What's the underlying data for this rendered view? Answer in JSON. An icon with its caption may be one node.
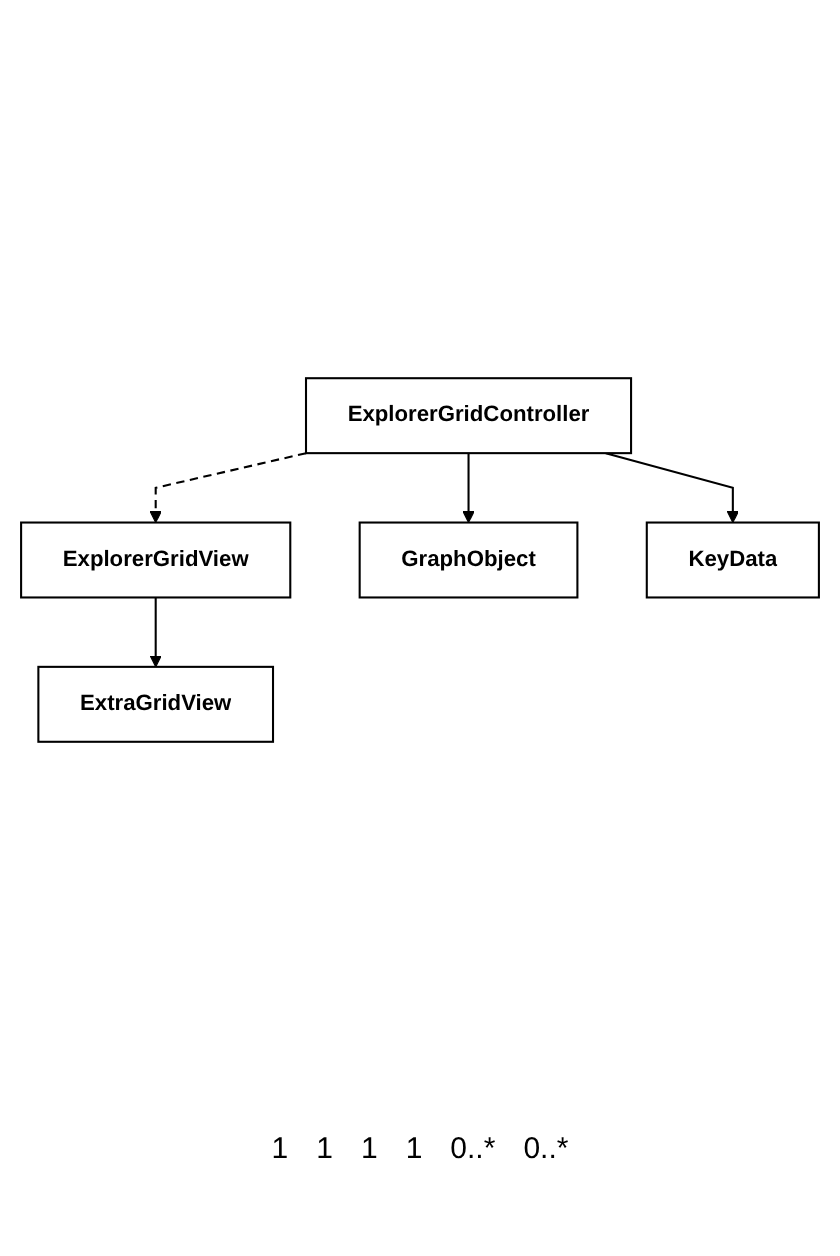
{
  "diagram": {
    "nodes": [
      {
        "text": [
          "ExtraGridView"
        ]
      },
      {
        "text": [
          "ExplorerGridView"
        ]
      },
      {
        "text": [
          "ExplorerGridController"
        ]
      },
      {
        "text": [
          "GraphObject"
        ]
      },
      {
        "text": [
          "KeyData"
        ]
      }
    ],
    "edges": [
      {
        "from": 1,
        "to": 0,
        "arrow": "to"
      },
      {
        "from": 2,
        "to": 1,
        "arrow": "to",
        "style": "dashed"
      },
      {
        "from": 2,
        "to": 4,
        "arrow": "to"
      },
      {
        "from": 2,
        "to": 3,
        "arrow": "to"
      }
    ],
    "labels": [
      "1",
      "1",
      "1",
      "1",
      "0..*",
      "0..*"
    ]
  }
}
